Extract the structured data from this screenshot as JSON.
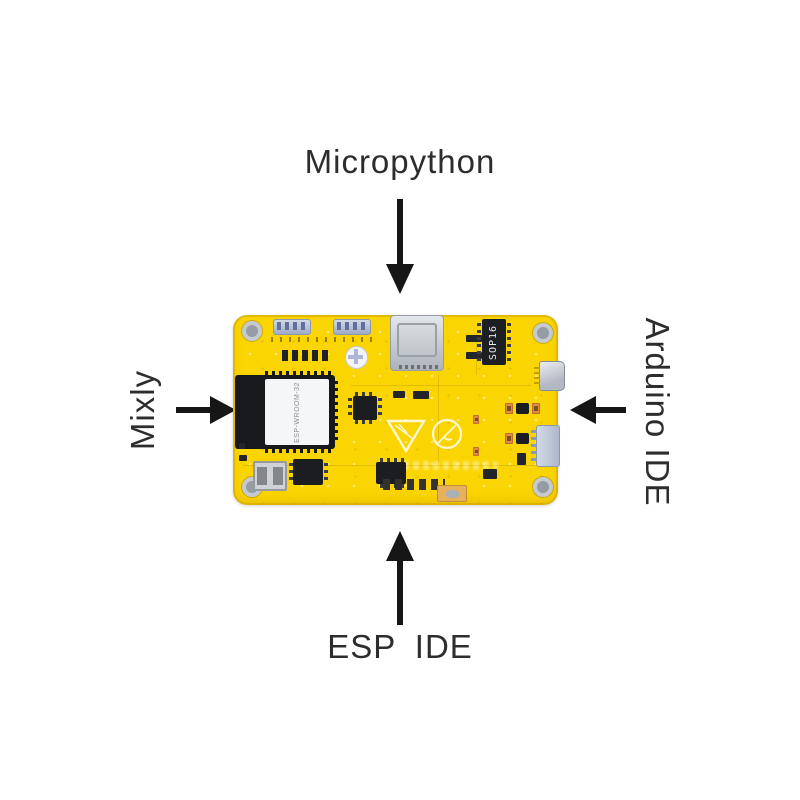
{
  "diagram": {
    "labels": {
      "top": "Micropython",
      "left": "Mixly",
      "right": "Arduino IDE",
      "bottom": "ESP IDE"
    },
    "colors": {
      "background": "#ffffff",
      "pcb_yellow": "#fbd501",
      "arrow_black": "#161616",
      "label_text": "#2d2d2d"
    }
  },
  "board": {
    "esp_module_label": "ESP-WROOM-32",
    "sop16_label": "SOP16"
  }
}
